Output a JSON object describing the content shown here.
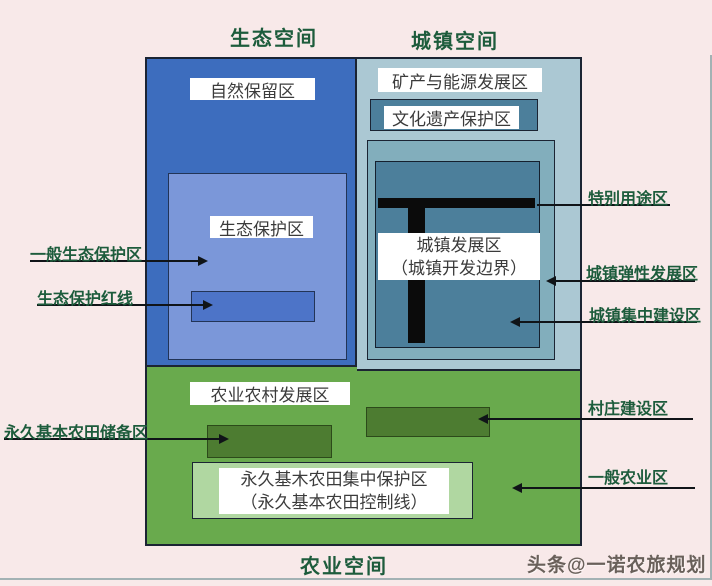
{
  "titles": {
    "eco": "生态空间",
    "urban": "城镇空间",
    "agri": "农业空间"
  },
  "watermark": "头条@一诺农旅规划",
  "colors": {
    "background": "#f8e9e9",
    "eco_region": "#3d6dbe",
    "eco_inner_zone": "#7b97d9",
    "eco_redline_rect": "#4d74c8",
    "urban_region": "#abc8d3",
    "urban_flexible_zone": "#82aebc",
    "urban_concentrated_zone": "#4c7f9b",
    "special_use_bar": "#0b0b0b",
    "agri_region": "#69aa4d",
    "agri_dark_rect": "#4d7c31",
    "farmland_box": "#b0d7a1",
    "label_text": "#1d5c3c"
  },
  "eco": {
    "natural_reserve": "自然保留区",
    "protection_zone": "生态保护区"
  },
  "urban": {
    "mining_energy": "矿产与能源发展区",
    "cultural_heritage": "文化遗产保护区",
    "dev_zone_line1": "城镇发展区",
    "dev_zone_line2": "（城镇开发边界）"
  },
  "agri": {
    "rural_dev": "农业农村发展区",
    "farmland_line1": "永久基木农田集中保护区",
    "farmland_line2": "（永久基本农田控制线）"
  },
  "callouts": {
    "left": [
      {
        "label": "一般生态保护区"
      },
      {
        "label": "生态保护红线"
      },
      {
        "label": "永久基本农田储备区"
      }
    ],
    "right": [
      {
        "label": "特别用途区"
      },
      {
        "label": "城镇弹性发展区"
      },
      {
        "label": "城镇集中建设区"
      },
      {
        "label": "村庄建设区"
      },
      {
        "label": "一般农业区"
      }
    ]
  }
}
